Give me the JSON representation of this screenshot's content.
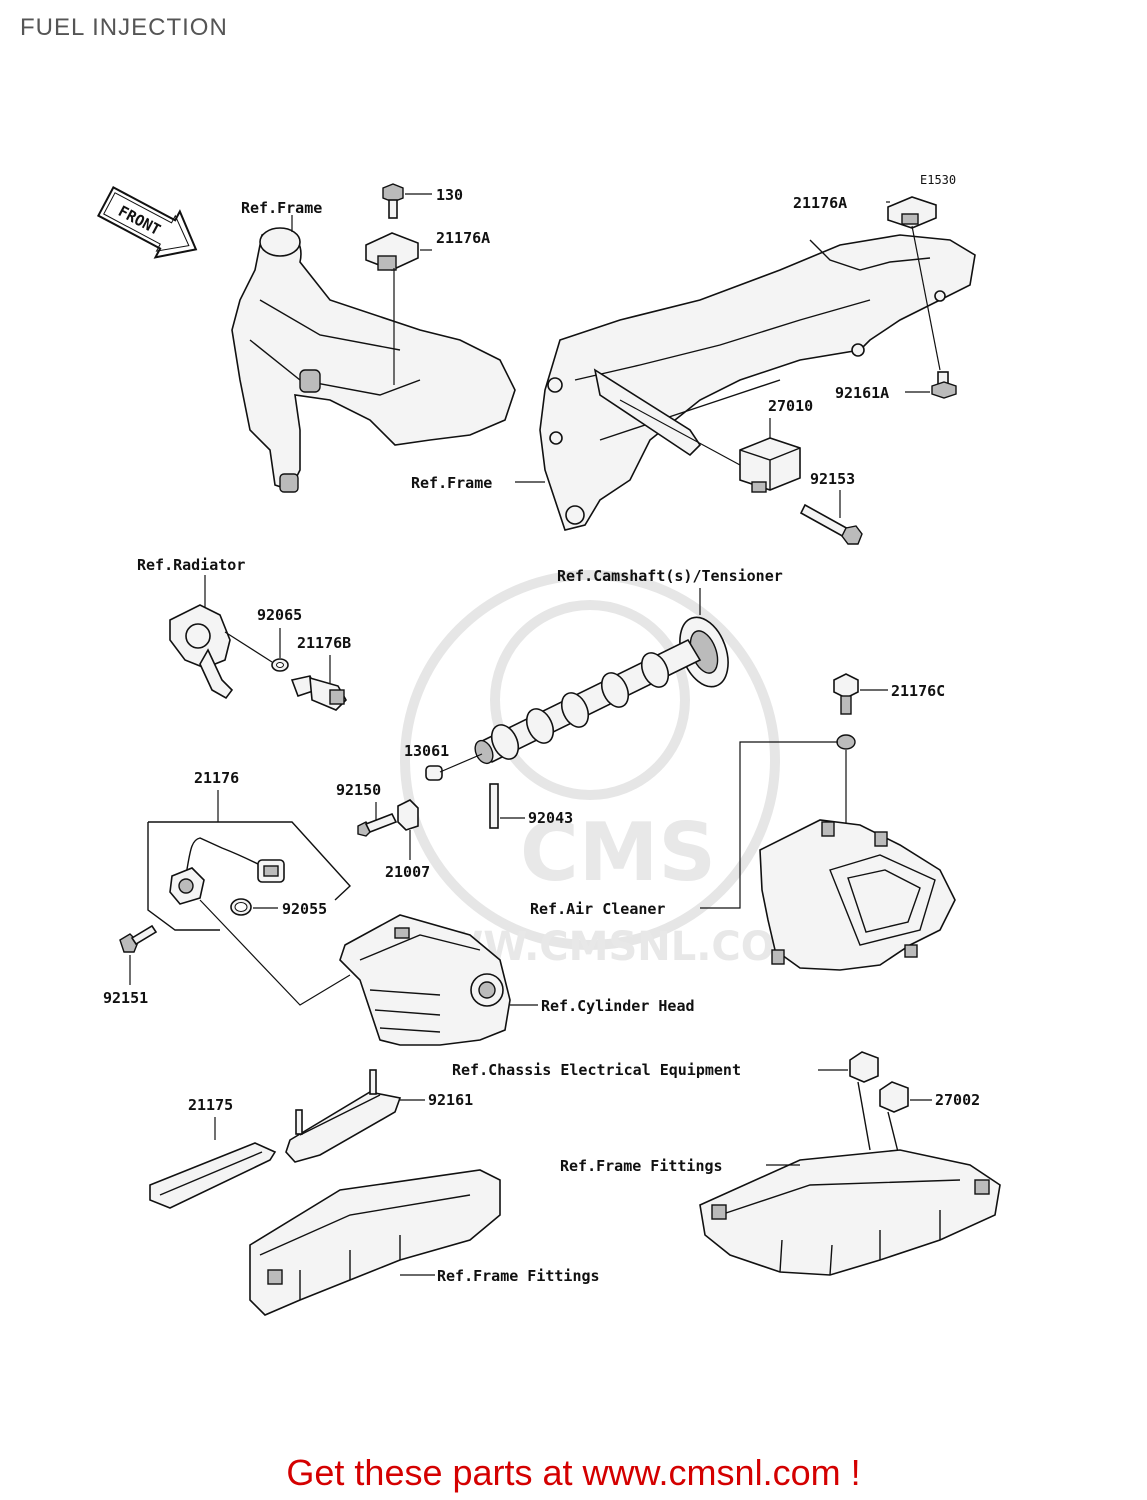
{
  "title": "FUEL INJECTION",
  "diagram_code": "E1530",
  "front_badge": "FRONT",
  "watermark": {
    "brand": "CMS",
    "url": "WWW.CMSNL.COM"
  },
  "labels": {
    "ref_frame_1": "Ref.Frame",
    "p130": "130",
    "p21176A_1": "21176A",
    "p21176A_2": "21176A",
    "p92161A": "92161A",
    "p27010": "27010",
    "p92153": "92153",
    "ref_frame_2": "Ref.Frame",
    "ref_radiator": "Ref.Radiator",
    "p92065": "92065",
    "p21176B": "21176B",
    "ref_camshaft": "Ref.Camshaft(s)/Tensioner",
    "p21176C": "21176C",
    "p13061": "13061",
    "p92150": "92150",
    "p92043": "92043",
    "p21007": "21007",
    "p21176": "21176",
    "p92055": "92055",
    "p92151": "92151",
    "ref_air_cleaner": "Ref.Air Cleaner",
    "ref_cylinder_head": "Ref.Cylinder Head",
    "ref_chassis_elec": "Ref.Chassis Electrical Equipment",
    "p27002": "27002",
    "p21175": "21175",
    "p92161": "92161",
    "ref_frame_fittings_1": "Ref.Frame Fittings",
    "ref_frame_fittings_2": "Ref.Frame Fittings"
  },
  "cta": "Get these parts at www.cmsnl.com !"
}
